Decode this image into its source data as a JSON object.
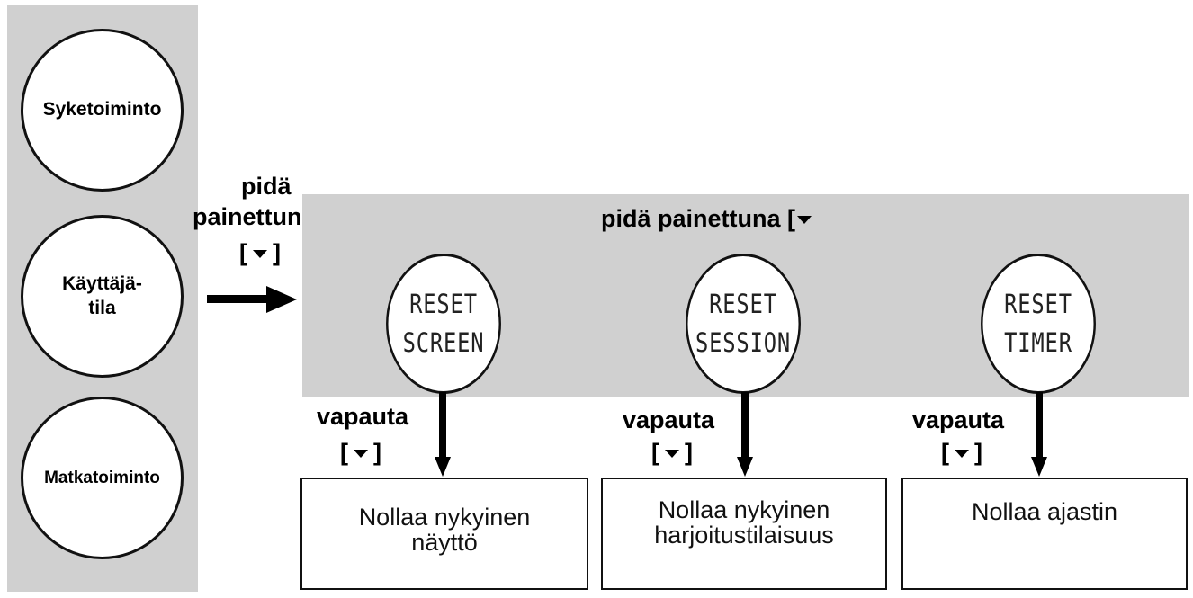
{
  "modes": [
    {
      "label": "Syketoiminto"
    },
    {
      "label": "Käyttäjä-\ntila"
    },
    {
      "label": "Matkatoiminto"
    }
  ],
  "hold_left": {
    "line1": "pidä",
    "line2": "painettuna"
  },
  "hold_top": "pidä painettuna",
  "key_open": "[",
  "key_close": "]",
  "reset_buttons": [
    {
      "line1": "RESET",
      "line2": "SCREEN"
    },
    {
      "line1": "RESET",
      "line2": "SESSION"
    },
    {
      "line1": "RESET",
      "line2": "TIMER"
    }
  ],
  "release_label": "vapauta",
  "results": [
    {
      "line1": "Nollaa nykyinen",
      "line2": "näyttö"
    },
    {
      "line1": "Nollaa nykyinen",
      "line2": "harjoitustilaisuus"
    },
    {
      "line1": "Nollaa ajastin",
      "line2": ""
    }
  ]
}
